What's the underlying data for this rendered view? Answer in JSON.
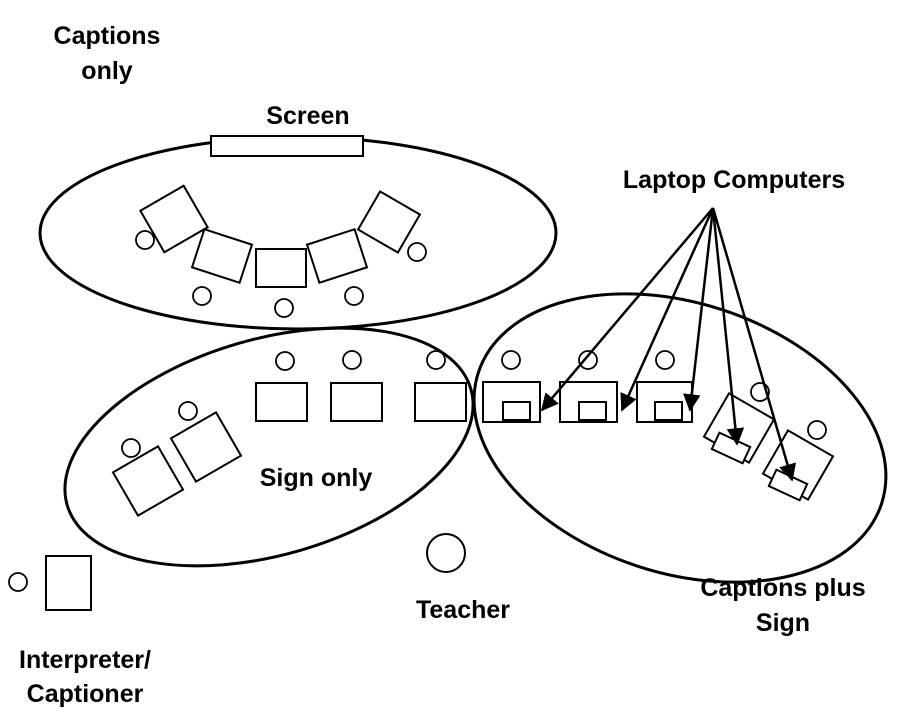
{
  "labels": {
    "captions_only_line1": "Captions",
    "captions_only_line2": "only",
    "screen": "Screen",
    "laptop_computers": "Laptop Computers",
    "sign_only": "Sign only",
    "teacher": "Teacher",
    "captions_plus_sign_line1": "Captions plus",
    "captions_plus_sign_line2": "Sign",
    "interpreter_line1": "Interpreter/",
    "interpreter_line2": "Captioner"
  }
}
